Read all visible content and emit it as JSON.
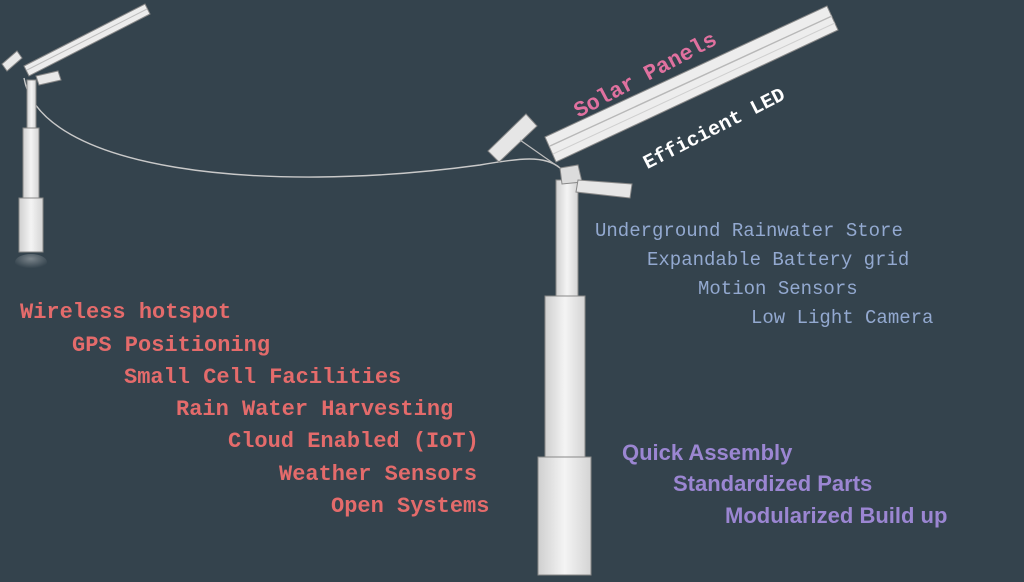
{
  "labels": {
    "solar_panels": "Solar Panels",
    "efficient_led": "Efficient LED"
  },
  "left_features": [
    "Wireless hotspot",
    "GPS Positioning",
    "Small Cell Facilities",
    "Rain Water Harvesting",
    "Cloud Enabled (IoT)",
    "Weather Sensors",
    "Open Systems"
  ],
  "right_features": [
    "Underground Rainwater Store",
    "Expandable Battery grid",
    "Motion Sensors",
    "Low Light Camera"
  ],
  "build_features": [
    "Quick Assembly",
    "Standardized Parts",
    "Modularized Build up"
  ],
  "colors": {
    "background": "#34434d",
    "left_features": "#e46b6b",
    "right_features": "#93a9d0",
    "build_features": "#9b86d2",
    "solar_label": "#e0719f",
    "led_label": "#ffffff",
    "pole": "#e9e9e9"
  }
}
